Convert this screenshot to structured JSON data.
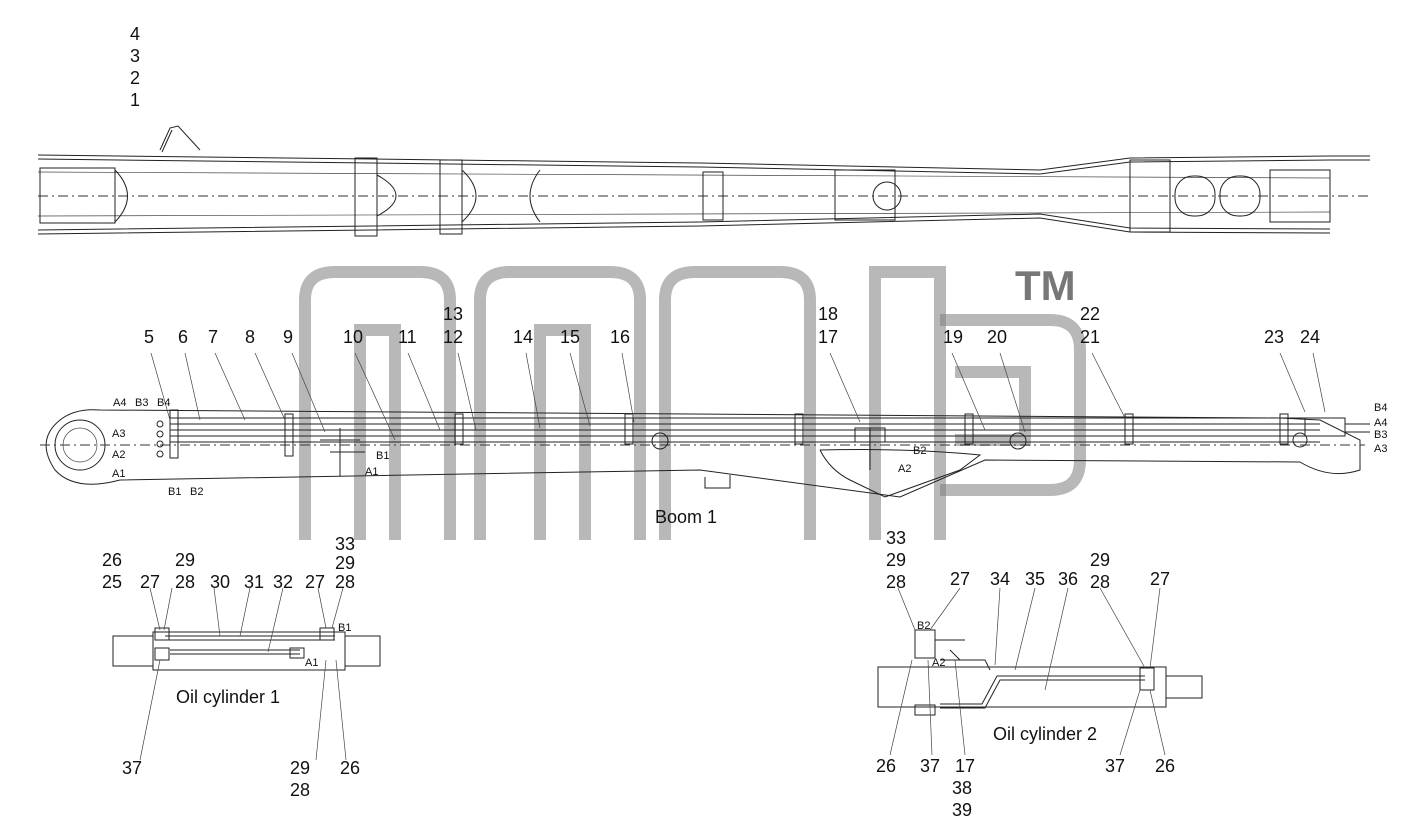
{
  "watermark": {
    "text": "TM"
  },
  "views": {
    "boom": {
      "title": "Boom 1"
    },
    "cyl1": {
      "title": "Oil cylinder 1"
    },
    "cyl2": {
      "title": "Oil cylinder 2"
    }
  },
  "callouts": {
    "top_stack": [
      "4",
      "3",
      "2",
      "1"
    ],
    "boom": [
      "5",
      "6",
      "7",
      "8",
      "9",
      "10",
      "11",
      "13",
      "12",
      "14",
      "15",
      "16",
      "18",
      "17",
      "19",
      "20",
      "22",
      "21",
      "23",
      "24"
    ],
    "cyl1_top": [
      "26",
      "25",
      "27",
      "29",
      "28",
      "30",
      "31",
      "32",
      "27",
      "33",
      "29",
      "28"
    ],
    "cyl1_bottom": [
      "37",
      "29",
      "28",
      "26"
    ],
    "cyl2_top": [
      "33",
      "29",
      "28",
      "27",
      "34",
      "35",
      "36",
      "29",
      "28",
      "27"
    ],
    "cyl2_bottom": [
      "26",
      "37",
      "17",
      "38",
      "39",
      "37",
      "26"
    ]
  },
  "ports": {
    "boom_left": [
      "A4",
      "B3",
      "B4",
      "A3",
      "A2",
      "A1",
      "B1",
      "B2"
    ],
    "boom_mid1": [
      "B1",
      "A1"
    ],
    "boom_mid2": [
      "B2",
      "A2"
    ],
    "boom_right": [
      "B4",
      "A4",
      "B3",
      "A3"
    ],
    "cyl1": [
      "B1",
      "A1"
    ],
    "cyl2": [
      "B2",
      "A2"
    ]
  },
  "colors": {
    "line": "#222222",
    "watermark": "#7d7d7d"
  }
}
